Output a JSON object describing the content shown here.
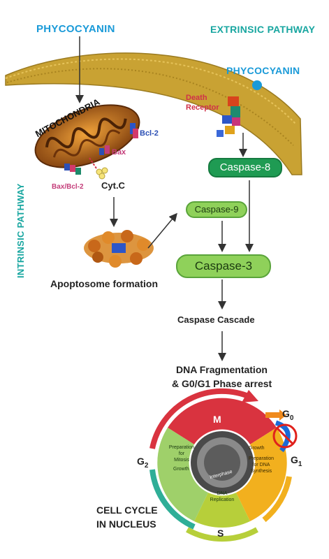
{
  "top_left_label": "PHYCOCYANIN",
  "top_right_label": "EXTRINSIC PATHWAY",
  "right_phycocyanin": "PHYCOCYANIN",
  "death_receptor": [
    "Death",
    "Receptor"
  ],
  "mitochondria": "MITOCHONDRIA",
  "bcl2": "Bcl-2",
  "bax": "Bax",
  "bax_bcl2": "Bax/Bcl-2",
  "intrinsic_pathway": "INTRINSIC PATHWAY",
  "cytc": "Cyt.C",
  "apoptosome": "Apoptosome formation",
  "caspase8": "Caspase-8",
  "caspase9": "Caspase-9",
  "caspase3": "Caspase-3",
  "caspase_cascade": "Caspase Cascade",
  "dna_frag_line1": "DNA Fragmentation",
  "dna_frag_line2": "& G0/G1 Phase arrest",
  "cycle": {
    "M": "M",
    "G2": "G",
    "G2_sub": "2",
    "G1": "G",
    "G1_sub": "1",
    "G0": "G",
    "G0_sub": "0",
    "S": "S",
    "prep_mitosis": [
      "Preparation",
      "for",
      "Mitosis"
    ],
    "growth_left": "Growth",
    "growth_right": "Growth",
    "prep_dna": [
      "Preparation",
      "for DNA",
      "Synthesis"
    ],
    "dna_replication": [
      "DNA",
      "Replication"
    ],
    "interphase": "Interphase"
  },
  "cell_cycle_label": [
    "CELL CYCLE",
    "IN NUCLEUS"
  ],
  "colors": {
    "blue_text": "#1a9ad8",
    "teal_text": "#18a6a0",
    "caspase_dark": "#1f9b53",
    "caspase_light": "#8fd15a",
    "membrane": "#c9a233",
    "M_red": "#d9333f",
    "G1_yellow": "#f2b01e",
    "S_green": "#b7cf3a",
    "G2_teal": "#2fae97"
  }
}
